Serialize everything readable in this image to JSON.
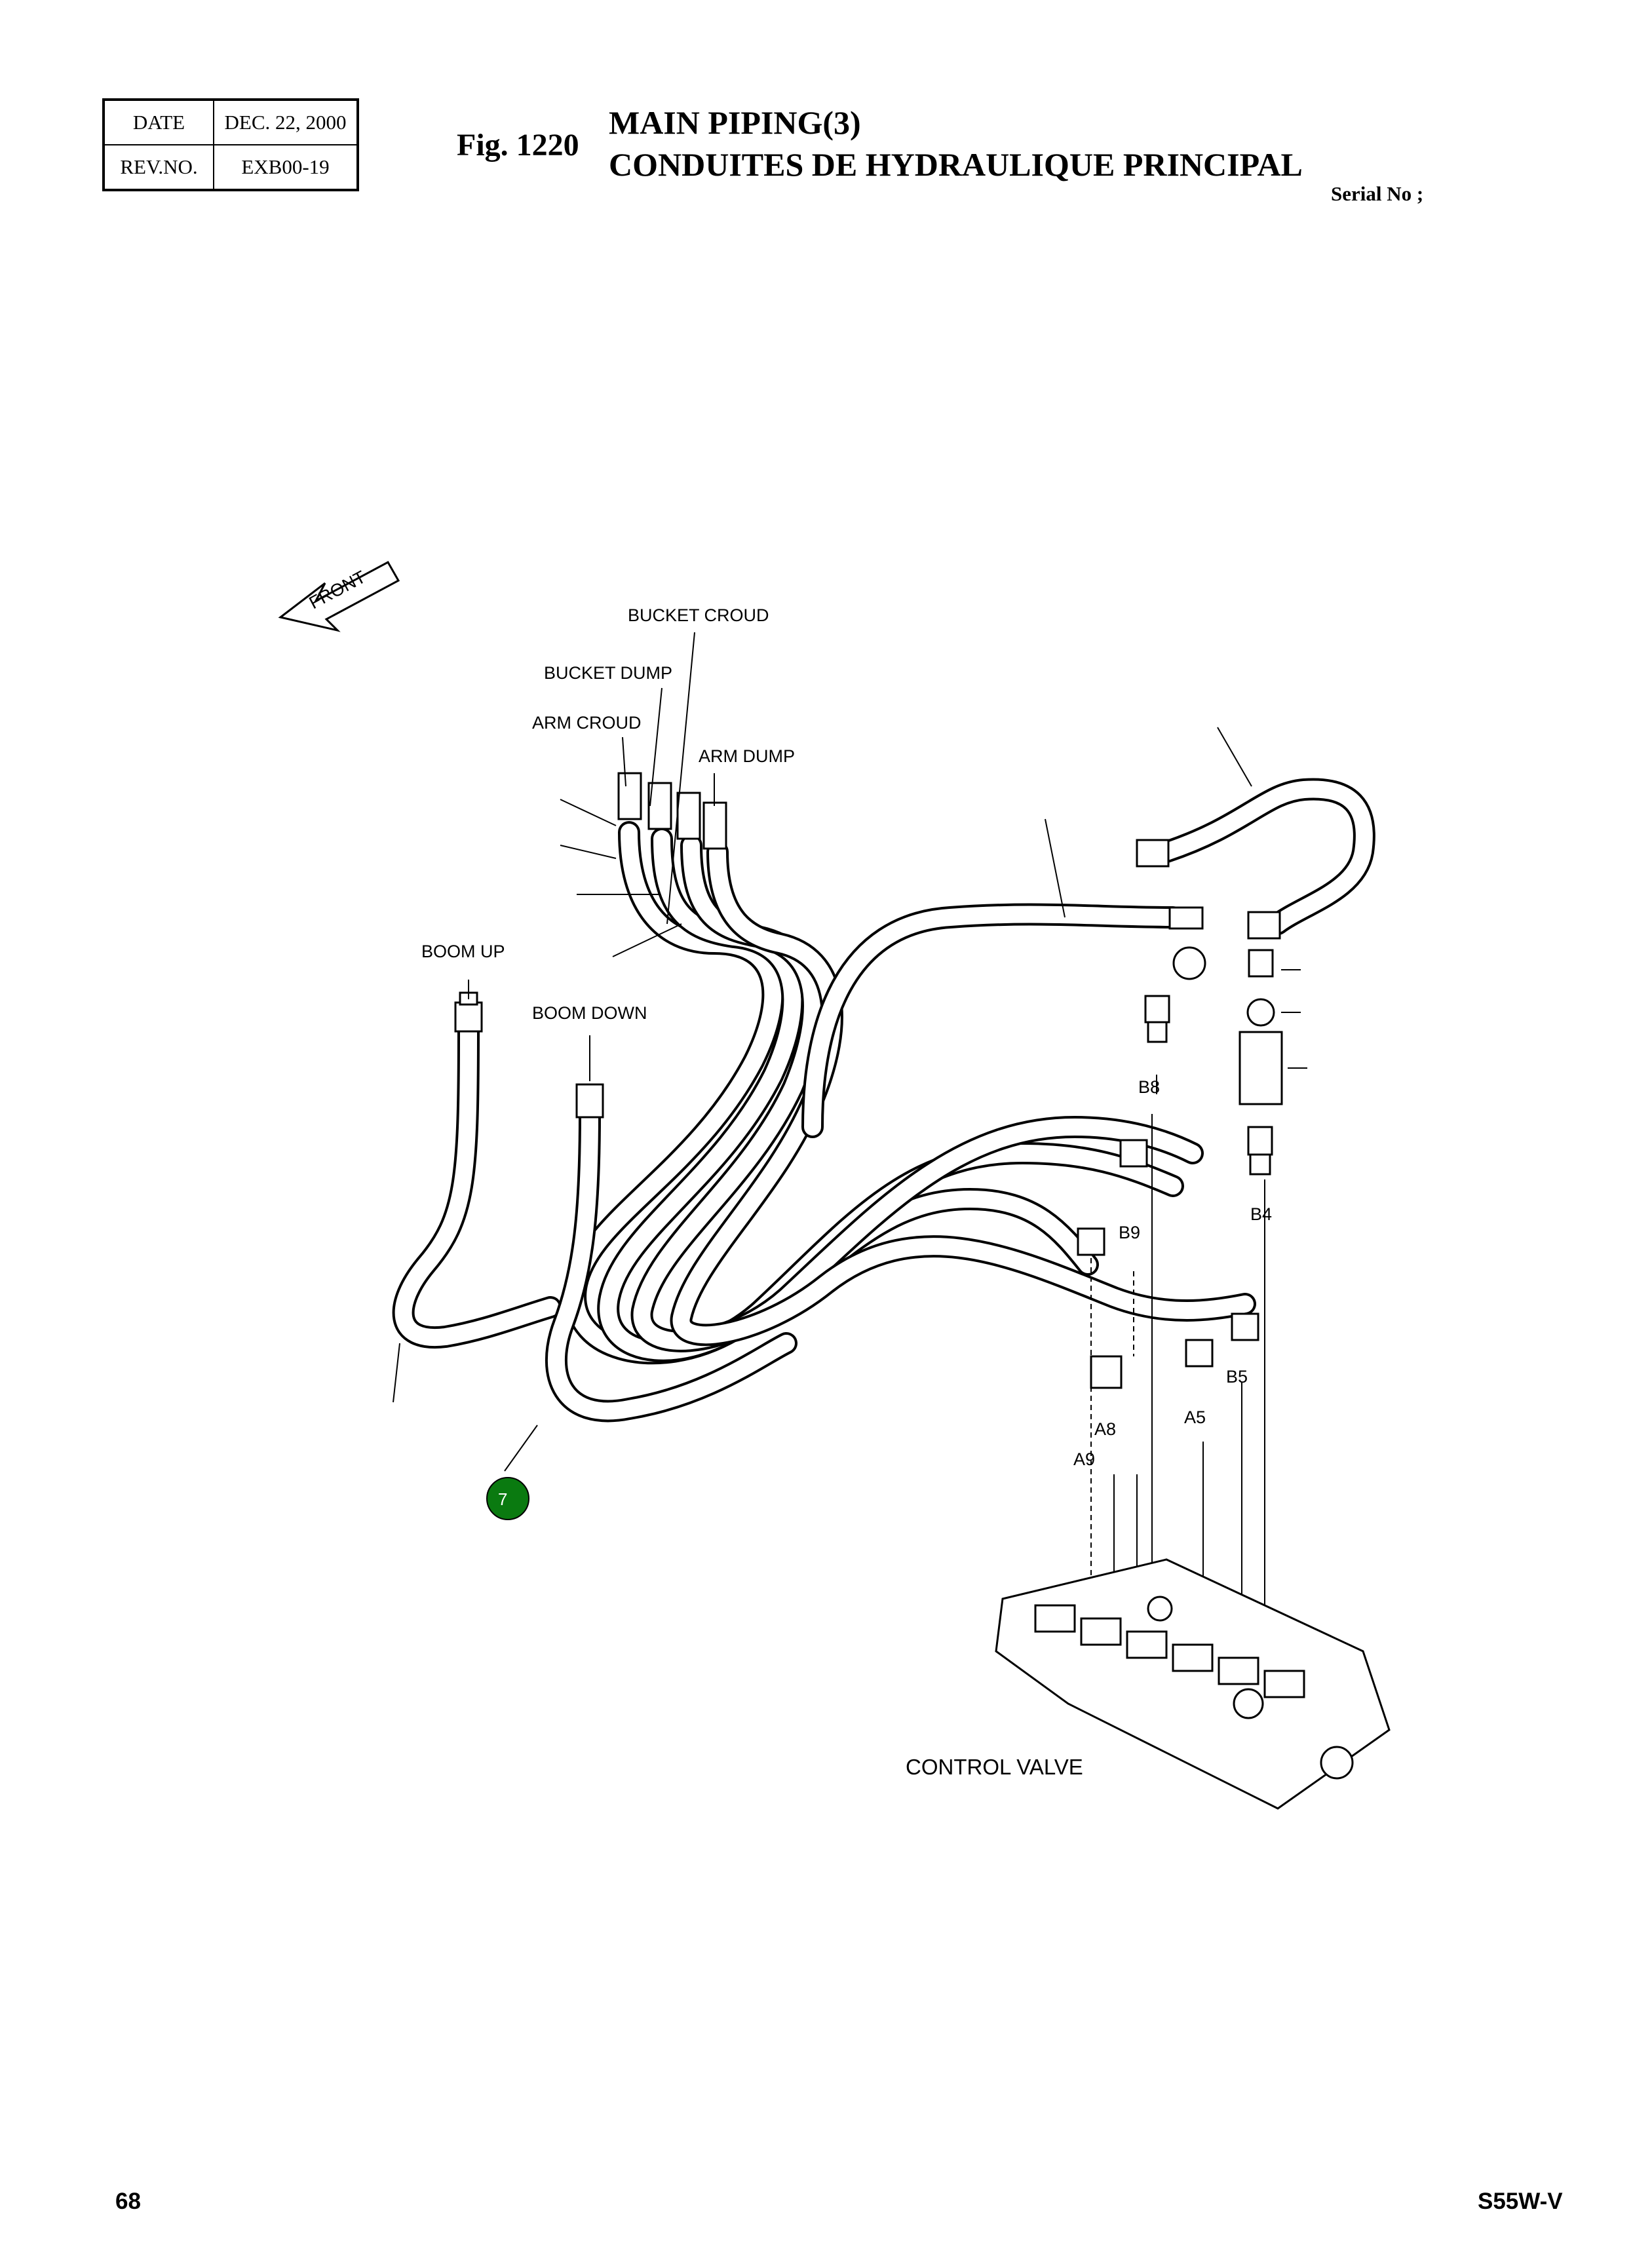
{
  "header": {
    "date_label": "DATE",
    "date_value": "DEC. 22, 2000",
    "rev_label": "REV.NO.",
    "rev_value": "EXB00-19",
    "fig_number": "Fig. 1220",
    "title_en": "MAIN PIPING(3)",
    "title_fr": "CONDUITES DE HYDRAULIQUE PRINCIPAL",
    "serial": "Serial No ;"
  },
  "diagram": {
    "front_label": "FRONT",
    "labels": {
      "bucket_croud": "BUCKET CROUD",
      "bucket_dump": "BUCKET DUMP",
      "arm_croud": "ARM CROUD",
      "arm_dump": "ARM DUMP",
      "boom_up": "BOOM UP",
      "boom_down": "BOOM DOWN",
      "control_valve": "CONTROL VALVE"
    },
    "ports": {
      "b8": "B8",
      "b4": "B4",
      "b9": "B9",
      "b5": "B5",
      "a8": "A8",
      "a5": "A5",
      "a9": "A9"
    },
    "callout": {
      "number": "7",
      "color": "#0a7a10"
    }
  },
  "footer": {
    "page_number": "68",
    "model": "S55W-V"
  }
}
